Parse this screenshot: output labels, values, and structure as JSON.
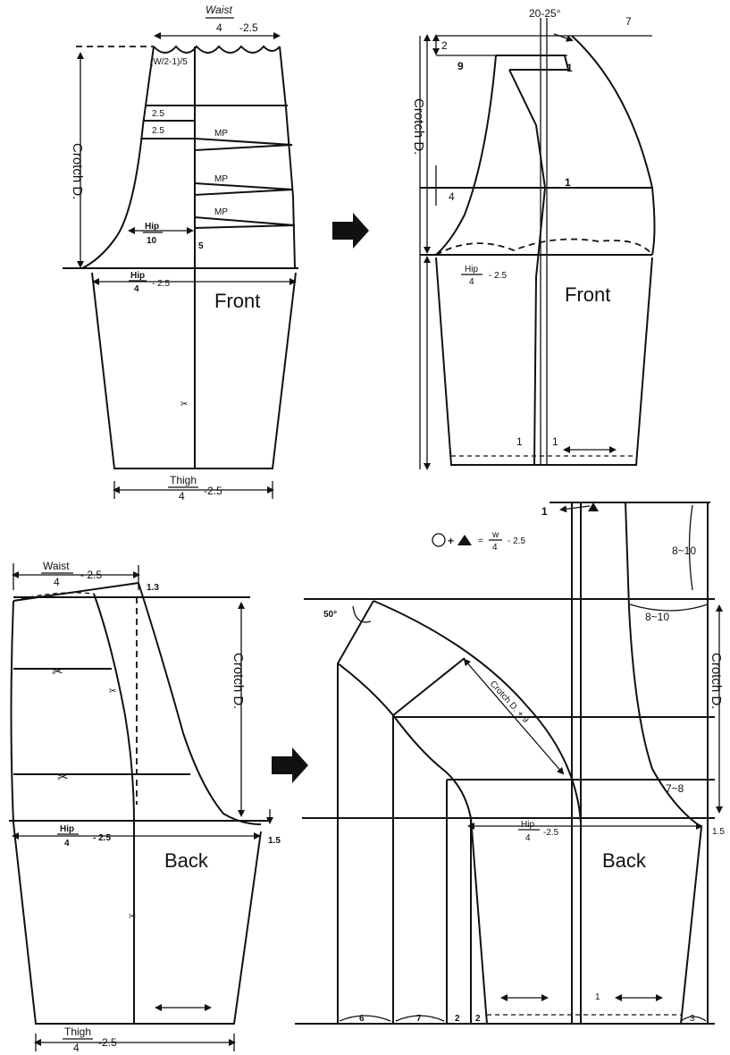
{
  "front_original": {
    "waist_label": "Waist",
    "waist_denom": "4",
    "waist_minus": "-2.5",
    "waist_formula": "(W/2-1)/5",
    "seg1": "2.5",
    "seg2": "2.5",
    "mp1": "MP",
    "mp2": "MP",
    "mp3": "MP",
    "crotch": "Crotch D.",
    "hip10_num": "Hip",
    "hip10_den": "10",
    "five": "5",
    "hip4_num": "Hip",
    "hip4_den": "4",
    "hip4_minus": "- 2.5",
    "panel_label": "Front",
    "thigh_label": "Thigh",
    "thigh_denom": "4",
    "thigh_minus": "-2.5"
  },
  "front_adjusted": {
    "angle": "20-25°",
    "seven": "7",
    "two": "2",
    "nine": "9",
    "one_top": "1",
    "one_mid": "1",
    "four": "4",
    "crotch": "Crotch D.",
    "hip_num": "Hip",
    "hip_den": "4",
    "hip_minus": "- 2.5",
    "panel_label": "Front",
    "one_a": "1",
    "one_b": "1"
  },
  "back_original": {
    "waist_label": "Waist",
    "waist_denom": "4",
    "waist_minus": "- 2.5",
    "one_three": "1.3",
    "crotch": "Crotch D.",
    "hip_num": "Hip",
    "hip_den": "4",
    "hip_minus": "- 2.5",
    "one_five": "1.5",
    "panel_label": "Back",
    "thigh_label": "Thigh",
    "thigh_denom": "4",
    "thigh_minus": "-2.5"
  },
  "back_adjusted": {
    "formula_eq": "=",
    "formula_num": "w",
    "formula_den": "4",
    "formula_minus": "- 2.5",
    "one_top": "1",
    "eight_ten_a": "8~10",
    "eight_ten_b": "8~10",
    "angle": "50°",
    "crotch_diag": "Crotch D. + 9",
    "crotch": "Crotch D.",
    "seven_eight": "7~8",
    "hip_num": "Hip",
    "hip_den": "4",
    "hip_minus": "-2.5",
    "one_five": "1.5",
    "panel_label": "Back",
    "six": "6",
    "seven": "7",
    "two_a": "2",
    "two_b": "2",
    "one": "1",
    "three": "3"
  }
}
